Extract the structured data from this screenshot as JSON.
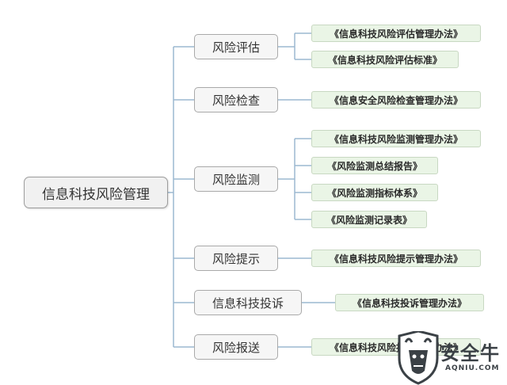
{
  "root": {
    "label": "信息科技风险管理"
  },
  "categories": [
    {
      "label": "风险评估",
      "docs": [
        "《信息科技风险评估管理办法》",
        "《信息科技风险评估标准》"
      ]
    },
    {
      "label": "风险检查",
      "docs": [
        "《信息安全风险检查管理办法》"
      ]
    },
    {
      "label": "风险监测",
      "docs": [
        "《信息科技风险监测管理办法》",
        "《风险监测总结报告》",
        "《风险监测指标体系》",
        "《风险监测记录表》"
      ]
    },
    {
      "label": "风险提示",
      "docs": [
        "《信息科技风险提示管理办法》"
      ]
    },
    {
      "label": "信息科技投诉",
      "docs": [
        "《信息科技投诉管理办法》"
      ]
    },
    {
      "label": "风险报送",
      "docs": [
        "《信息科技风险报送管理办法》"
      ]
    }
  ],
  "watermark": {
    "brand": "安全牛",
    "domain": "AQNIU.COM"
  },
  "colors": {
    "connector": "#9cb8d0",
    "doc_fill": "#eaf5e6",
    "category_fill": "#f6f6f6",
    "root_fill": "#f1f1f1"
  }
}
